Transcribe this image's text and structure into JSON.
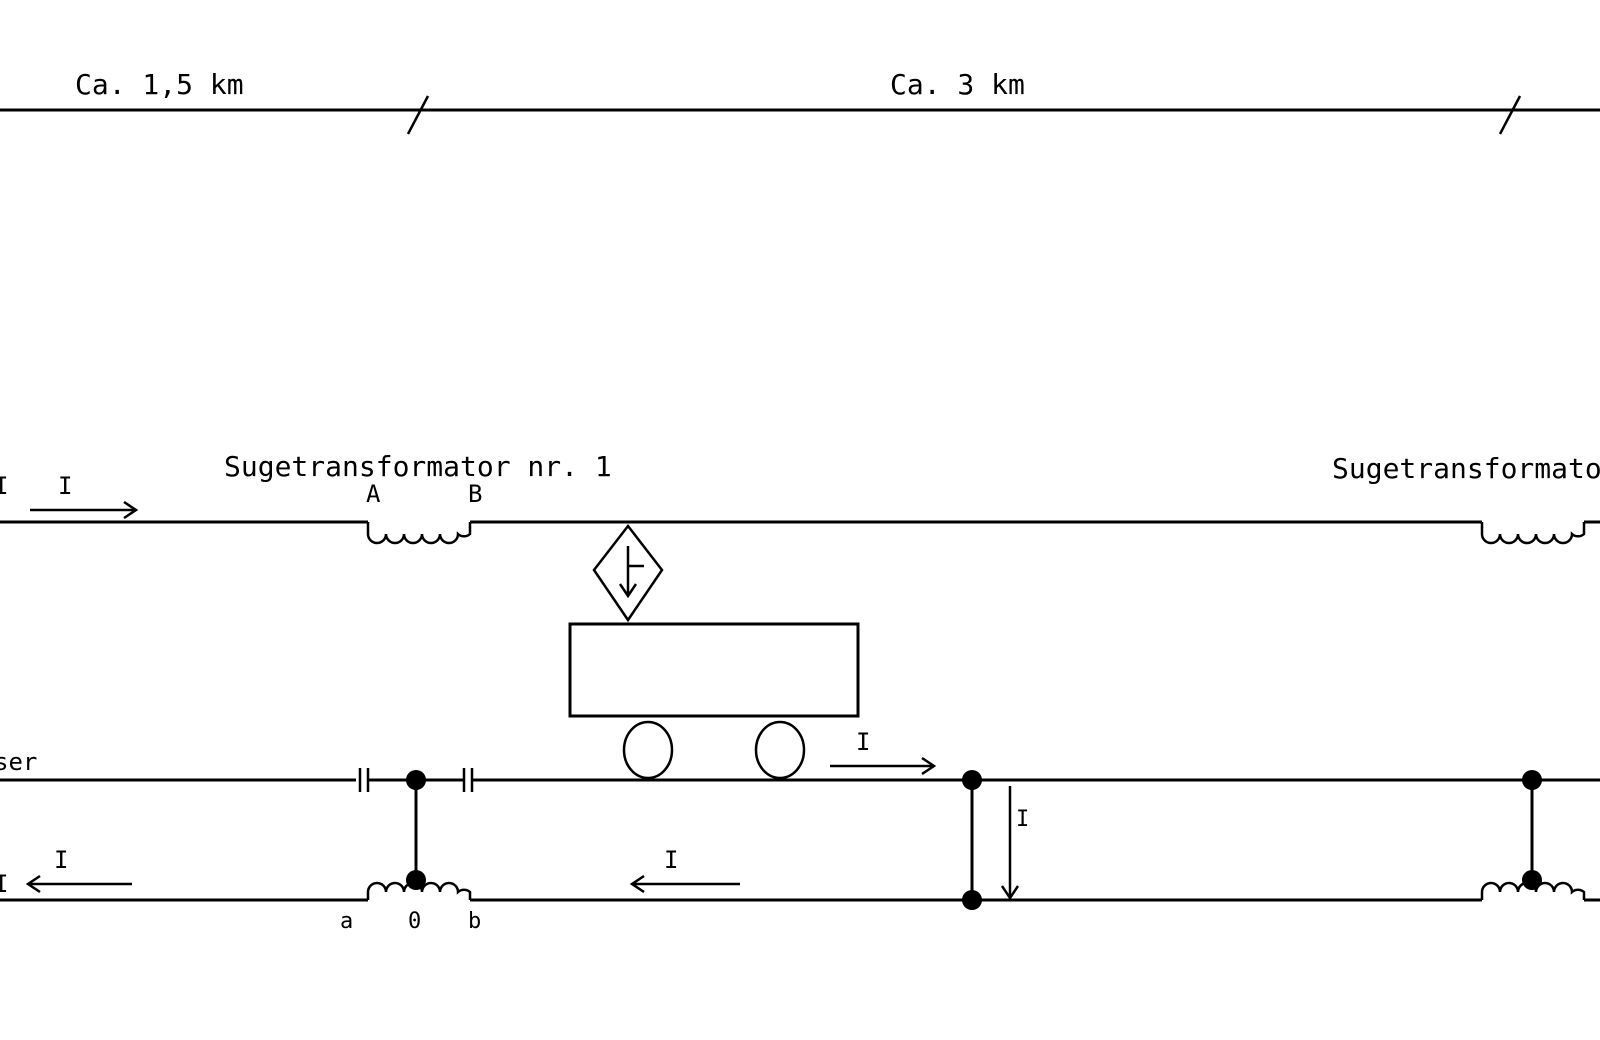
{
  "distances": {
    "left": "Ca. 1,5 km",
    "middle": "Ca. 3 km"
  },
  "transformers": {
    "t1_label": "Sugetransformator nr. 1",
    "t2_label": "Sugetransformato",
    "terminal_A": "A",
    "terminal_B": "B",
    "terminal_a": "a",
    "terminal_0": "0",
    "terminal_b": "b"
  },
  "currents": {
    "top_left": "I",
    "left_edge_top": "I",
    "rail_right": "I",
    "return_left": "I",
    "return_middle": "I",
    "left_edge_bottom": "I",
    "crossbond": "I"
  },
  "rail_label_fragment": "ser"
}
